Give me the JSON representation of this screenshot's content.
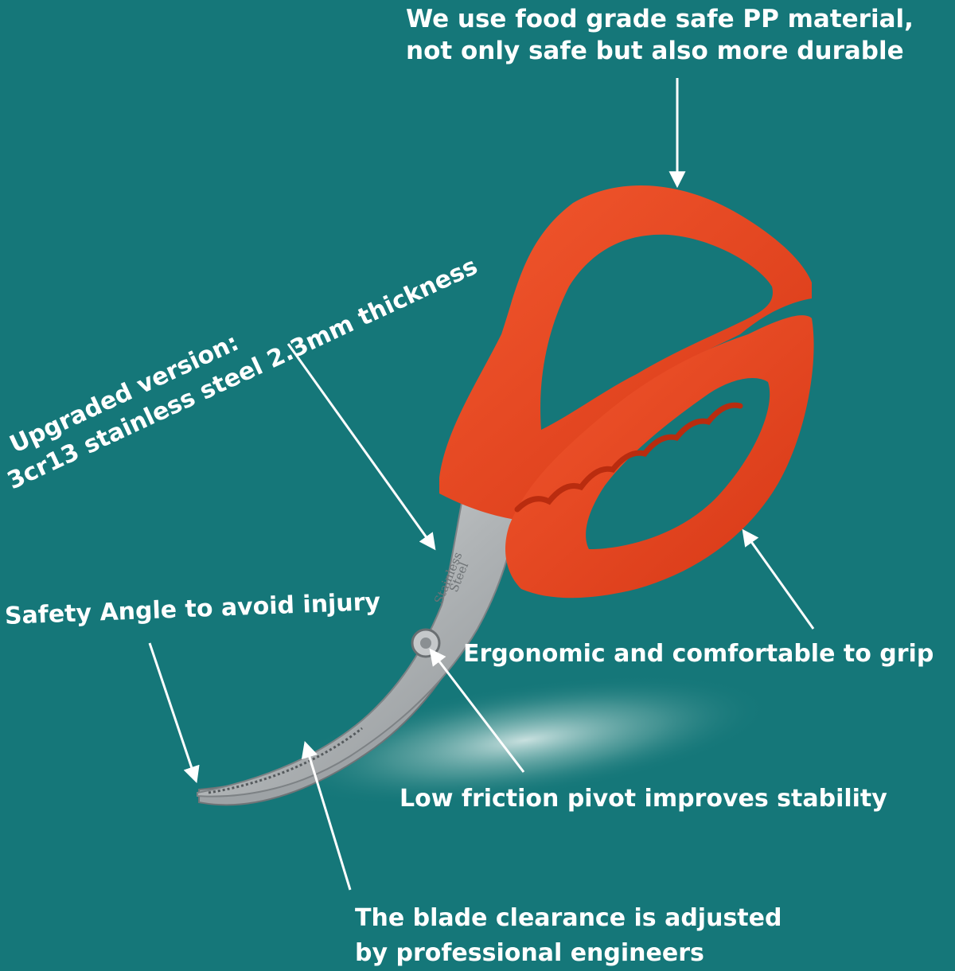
{
  "colors": {
    "background": "#157779",
    "handle": "#e5421e",
    "blade": "#b9bcbe",
    "text": "#ffffff"
  },
  "annotations": {
    "material": [
      "We use food grade safe PP material,",
      "not only safe but also more durable"
    ],
    "steel": [
      "Upgraded version:",
      "3cr13 stainless steel 2.3mm thickness"
    ],
    "safety": "Safety Angle to avoid injury",
    "grip": "Ergonomic and comfortable to grip",
    "pivot": "Low friction pivot improves stability",
    "blade": [
      "The blade clearance is adjusted",
      "by professional engineers"
    ]
  },
  "blade_engraving": [
    "Stainless",
    "Steel"
  ]
}
